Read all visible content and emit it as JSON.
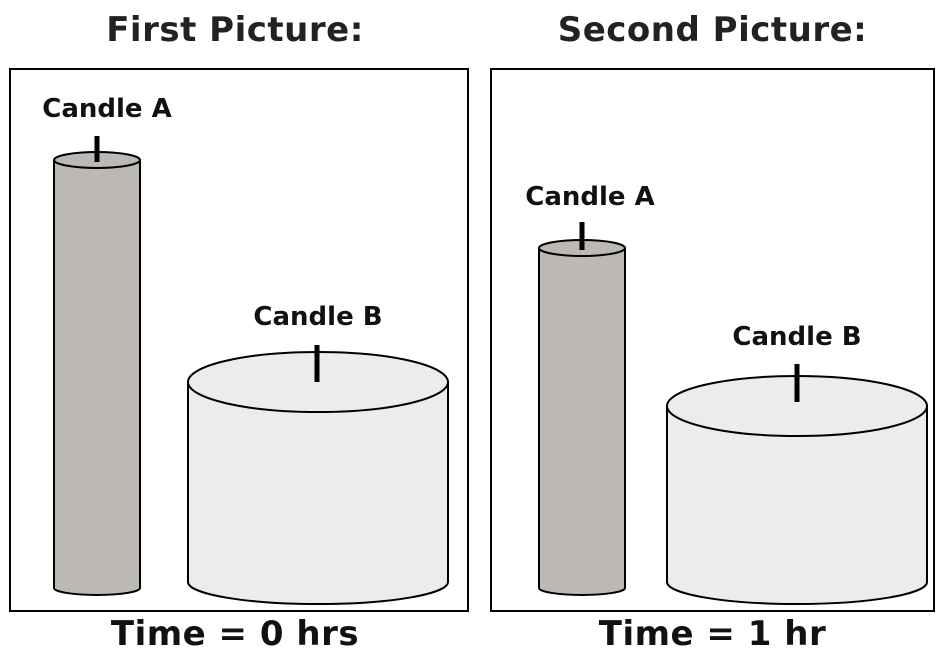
{
  "pictures": [
    {
      "heading": "First Picture:",
      "footer": "Time = 0 hrs",
      "candle_a_label": "Candle A",
      "candle_b_label": "Candle B"
    },
    {
      "heading": "Second Picture:",
      "footer": "Time = 1 hr",
      "candle_a_label": "Candle A",
      "candle_b_label": "Candle B"
    }
  ],
  "colors": {
    "candle_a_fill": "#bcb9b4",
    "candle_b_fill": "#ececec",
    "wick": "#000000",
    "outline": "#000000"
  }
}
